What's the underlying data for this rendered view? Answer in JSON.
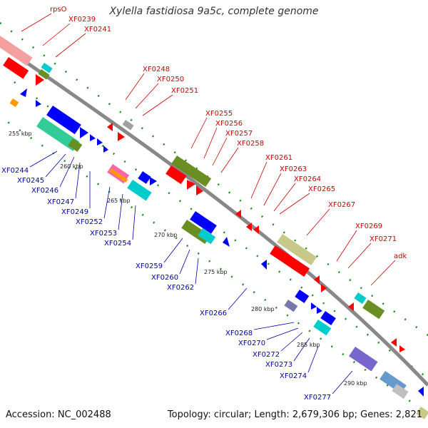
{
  "title": "Xylella fastidiosa 9a5c, complete genome",
  "footer": {
    "accession": "Accession: NC_002488",
    "summary": "Topology: circular; Length: 2,679,306 bp; Genes: 2,821"
  },
  "colors": {
    "backbone": "#888888",
    "top_label": "#cc0000",
    "bottom_label": "#0000aa",
    "tick": "#1a8a1a"
  },
  "top_labels": [
    "rpsO",
    "XF0239",
    "XF0241",
    "XF0248",
    "XF0250",
    "XF0251",
    "XF0255",
    "XF0256",
    "XF0257",
    "XF0258",
    "XF0261",
    "XF0263",
    "XF0264",
    "XF0265",
    "XF0267",
    "XF0269",
    "XF0271",
    "adk"
  ],
  "bottom_labels": [
    "XF0244",
    "XF0245",
    "XF0246",
    "XF0247",
    "XF0249",
    "XF0252",
    "XF0253",
    "XF0254",
    "XF0259",
    "XF0260",
    "XF0262",
    "XF0266",
    "XF0268",
    "XF0270",
    "XF0272",
    "XF0273",
    "XF0274",
    "XF0277"
  ],
  "scale_labels": [
    "255 kbp",
    "260 kbp",
    "265 kbp",
    "270 kbp",
    "275 kbp",
    "280 kbp",
    "285 kbp",
    "290 kbp"
  ]
}
